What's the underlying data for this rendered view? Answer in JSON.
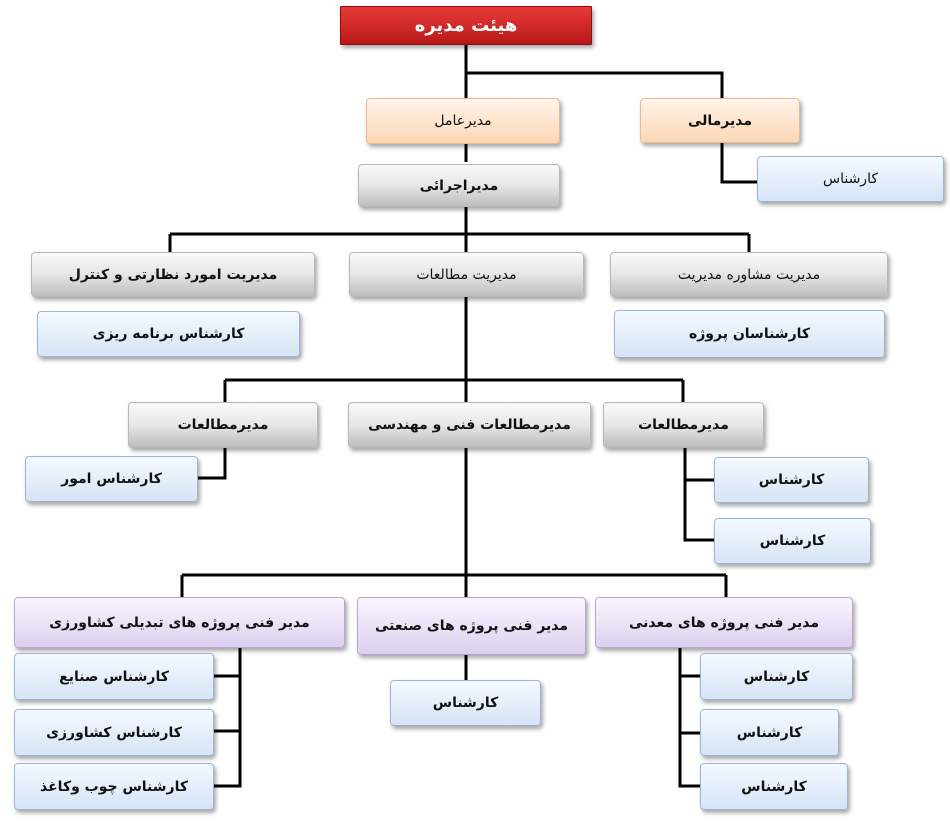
{
  "nodes": {
    "board": "هیئت مدیره",
    "ceo": "مدیرعامل",
    "cfo": "مدیرمالی",
    "cfo_expert": "کارشناس",
    "exec": "مدیراجرائی",
    "supervision": "مدیریت امورد نظارتی و کنترل",
    "studies": "مدیریت مطالعات",
    "consulting": "مدیریت مشاوره مدیریت",
    "planning_expert": "کارشناس برنامه ریزی",
    "project_experts": "کارشناسان پروژه",
    "studies_mgr_left": "مدیرمطالعات",
    "studies_tech": "مدیرمطالعات فنی و مهندسی",
    "studies_mgr_right": "مدیرمطالعات",
    "affairs_expert": "کارشناس امور",
    "right_expert_1": "کارشناس",
    "right_expert_2": "کارشناس",
    "agri_projects": "مدیر فنی پروژه های تبدیلی کشاورزی",
    "industrial_projects": "مدیر فنی پروژه های صنعتی",
    "mining_projects": "مدیر فنی پروژه های معدنی",
    "industries_expert": "کارشناس صنایع",
    "agriculture_expert": "کارشناس کشاورزی",
    "wood_paper_expert": "کارشناس چوب وکاغذ",
    "industrial_expert": "کارشناس",
    "mining_expert_1": "کارشناس",
    "mining_expert_2": "کارشناس",
    "mining_expert_3": "کارشناس"
  }
}
